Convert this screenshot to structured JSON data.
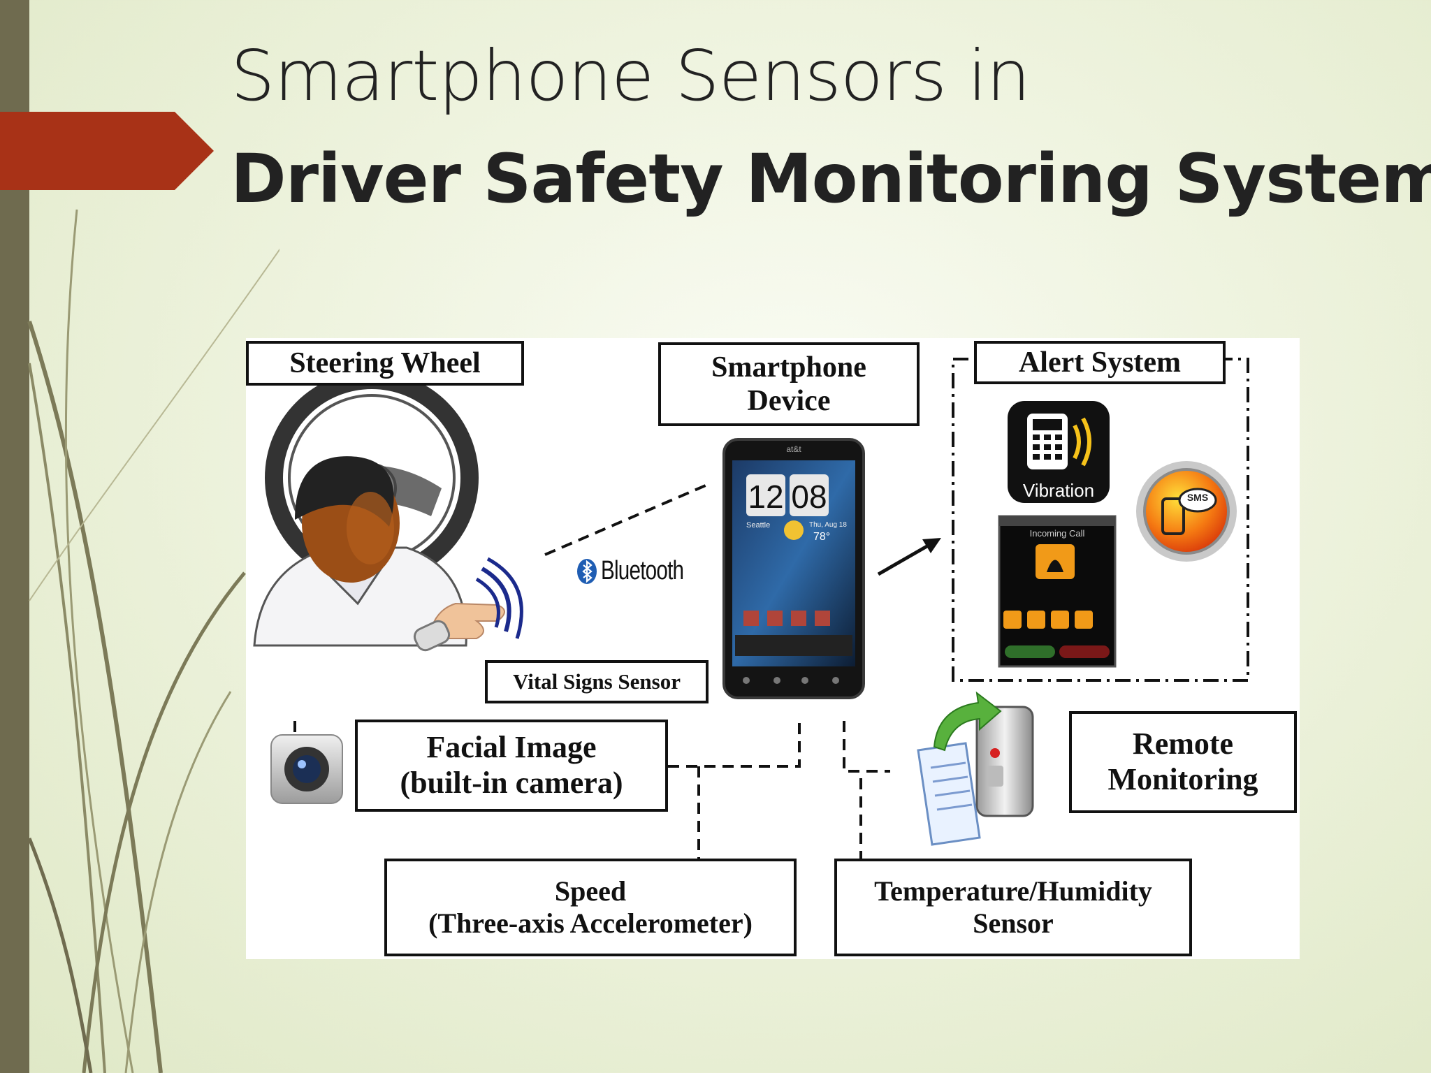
{
  "slide": {
    "title_line1": "Smartphone Sensors in",
    "title_line2": "Driver Safety Monitoring System"
  },
  "diagram": {
    "steering_wheel": "Steering Wheel",
    "smartphone_device": [
      "Smartphone",
      "Device"
    ],
    "alert_system": "Alert System",
    "vital_signs": "Vital Signs Sensor",
    "bluetooth": "Bluetooth",
    "facial_image": [
      "Facial Image",
      "(built-in camera)"
    ],
    "remote_monitoring": [
      "Remote",
      "Monitoring"
    ],
    "speed": [
      "Speed",
      "(Three-axis Accelerometer)"
    ],
    "temperature": [
      "Temperature/Humidity",
      "Sensor"
    ],
    "phone_screen": {
      "hour": "12",
      "minute": "08",
      "carrier": "at&t",
      "city": "Seattle",
      "temperature": "78°",
      "date": "Thu, Aug 18"
    },
    "vibration_label": "Vibration",
    "sms_label": "SMS",
    "incoming_call": "Incoming Call"
  },
  "colors": {
    "sidebar": "#6f6b4f",
    "accent": "#a83217",
    "title_text": "#222222"
  }
}
